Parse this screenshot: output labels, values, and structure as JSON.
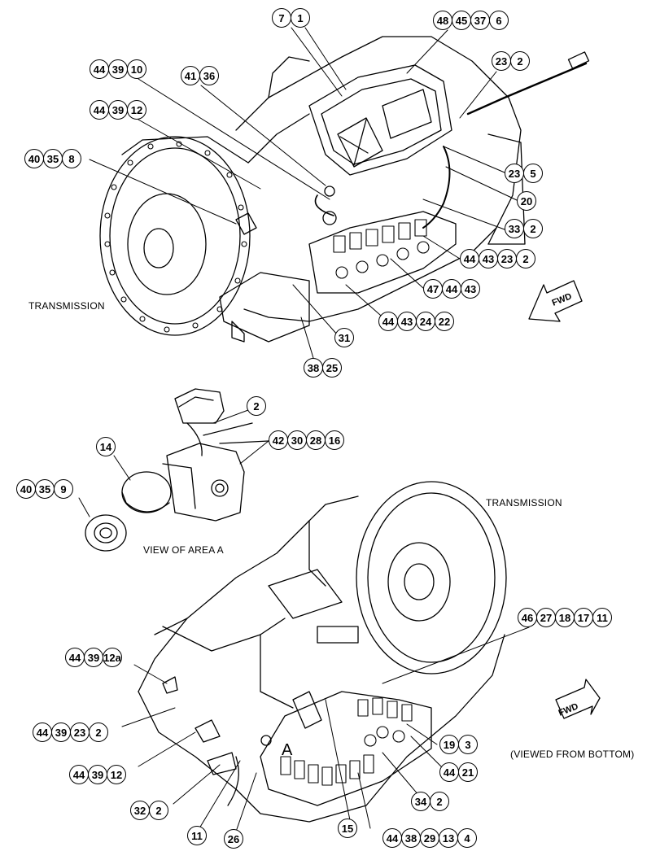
{
  "labels": {
    "transmission_top": "TRANSMISSION",
    "transmission_bottom": "TRANSMISSION",
    "view_area_a": "VIEW OF AREA A",
    "viewed_from_bottom": "(VIEWED FROM BOTTOM)",
    "area_letter": "A",
    "fwd_top": "FWD",
    "fwd_bottom": "FWD"
  },
  "callouts": {
    "c_7_1": [
      "7",
      "1"
    ],
    "c_48_45_37_6": [
      "48",
      "45",
      "37",
      "6"
    ],
    "c_44_39_10": [
      "44",
      "39",
      "10"
    ],
    "c_41_36": [
      "41",
      "36"
    ],
    "c_23_2_top": [
      "23",
      "2"
    ],
    "c_44_39_12_top": [
      "44",
      "39",
      "12"
    ],
    "c_40_35_8": [
      "40",
      "35",
      "8"
    ],
    "c_23_5": [
      "23",
      "5"
    ],
    "c_20": [
      "20"
    ],
    "c_33_2": [
      "33",
      "2"
    ],
    "c_44_43_23_2": [
      "44",
      "43",
      "23",
      "2"
    ],
    "c_47_44_43": [
      "47",
      "44",
      "43"
    ],
    "c_44_43_24_22": [
      "44",
      "43",
      "24",
      "22"
    ],
    "c_31": [
      "31"
    ],
    "c_38_25": [
      "38",
      "25"
    ],
    "c_2_mid": [
      "2"
    ],
    "c_14": [
      "14"
    ],
    "c_42_30_28_16": [
      "42",
      "30",
      "28",
      "16"
    ],
    "c_40_35_9": [
      "40",
      "35",
      "9"
    ],
    "c_46_27_18_17_11": [
      "46",
      "27",
      "18",
      "17",
      "11"
    ],
    "c_44_39_12a": [
      "44",
      "39",
      "12a"
    ],
    "c_44_39_23_2": [
      "44",
      "39",
      "23",
      "2"
    ],
    "c_19_3": [
      "19",
      "3"
    ],
    "c_44_39_12_bot": [
      "44",
      "39",
      "12"
    ],
    "c_44_21": [
      "44",
      "21"
    ],
    "c_32_2": [
      "32",
      "2"
    ],
    "c_34_2": [
      "34",
      "2"
    ],
    "c_11": [
      "11"
    ],
    "c_26": [
      "26"
    ],
    "c_15": [
      "15"
    ],
    "c_44_38_29_13_4": [
      "44",
      "38",
      "29",
      "13",
      "4"
    ]
  }
}
